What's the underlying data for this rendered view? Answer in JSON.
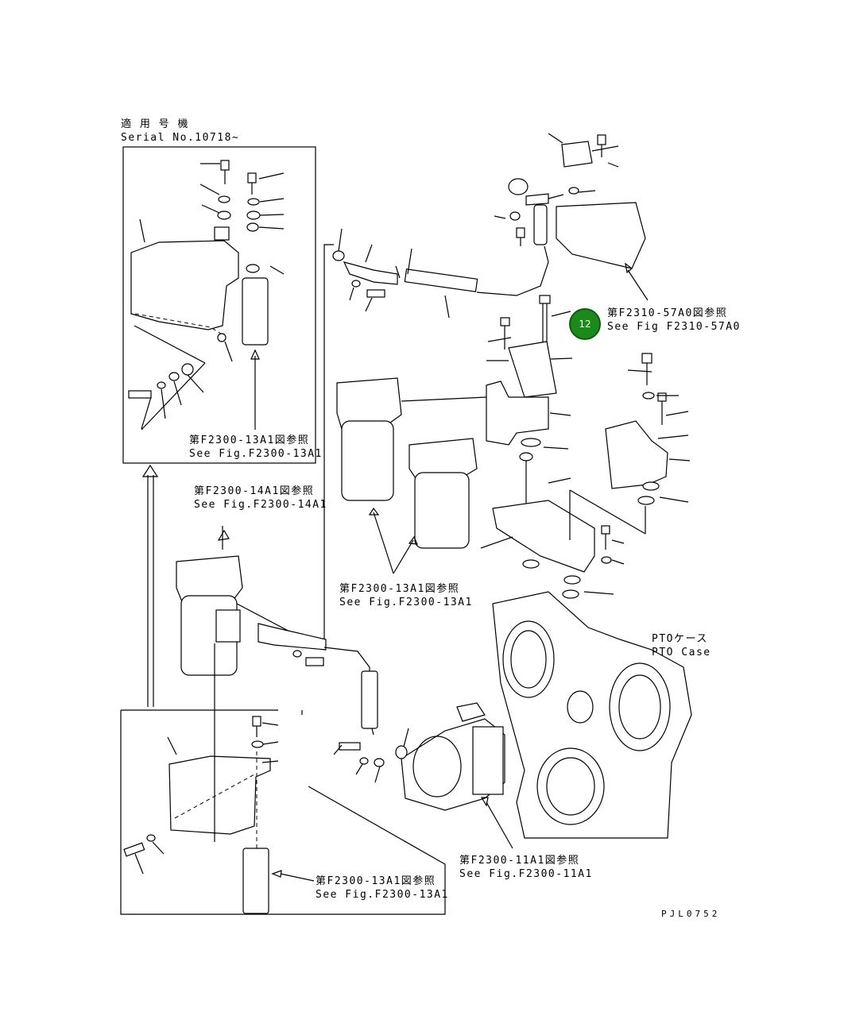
{
  "callout": {
    "number": "12",
    "color": "#1b8a1b"
  },
  "refs": {
    "serial_jp": "適 用 号 機",
    "serial_en": "Serial No.10718~",
    "f2310_jp": "第F2310-57A0図参照",
    "f2310_en": "See Fig F2310-57A0",
    "f2300_13_top_jp": "第F2300-13A1図参照",
    "f2300_13_top_en": "See Fig.F2300-13A1",
    "f2300_14_jp": "第F2300-14A1図参照",
    "f2300_14_en": "See Fig.F2300-14A1",
    "f2300_13_mid_jp": "第F2300-13A1図参照",
    "f2300_13_mid_en": "See Fig.F2300-13A1",
    "pto_jp": "PTOケース",
    "pto_en": "PTO Case",
    "f2300_11_jp": "第F2300-11A1図参照",
    "f2300_11_en": "See Fig.F2300-11A1",
    "f2300_13_bot_jp": "第F2300-13A1図参照",
    "f2300_13_bot_en": "See Fig.F2300-13A1",
    "code": "PJL0752"
  }
}
